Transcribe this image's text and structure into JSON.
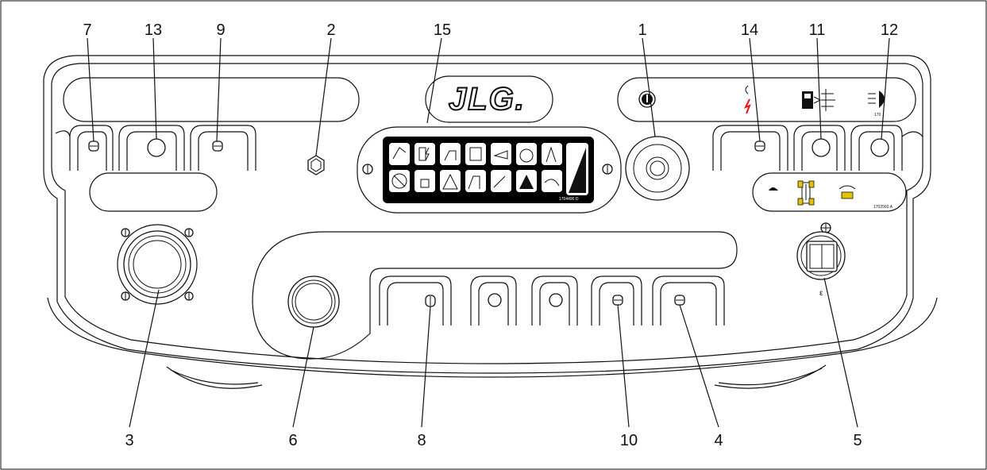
{
  "brand": {
    "logo_text": "JLG."
  },
  "callouts": [
    {
      "id": "7",
      "label": "7"
    },
    {
      "id": "13",
      "label": "13"
    },
    {
      "id": "9",
      "label": "9"
    },
    {
      "id": "2",
      "label": "2"
    },
    {
      "id": "15",
      "label": "15"
    },
    {
      "id": "1",
      "label": "1"
    },
    {
      "id": "14",
      "label": "14"
    },
    {
      "id": "11",
      "label": "11"
    },
    {
      "id": "12",
      "label": "12"
    },
    {
      "id": "3",
      "label": "3"
    },
    {
      "id": "6",
      "label": "6"
    },
    {
      "id": "8",
      "label": "8"
    },
    {
      "id": "10",
      "label": "10"
    },
    {
      "id": "4",
      "label": "4"
    },
    {
      "id": "5",
      "label": "5"
    }
  ],
  "decals": {
    "status_panel_code": "1704490 D",
    "steer_decal_code": "1702560 A",
    "right_strip_code": "170"
  },
  "icons": {
    "key_switch": "power-symbol-icon",
    "horn": "horn-icon",
    "fuel_glow": "fuel-glowplug-icon",
    "lights": "headlight-icon",
    "turtle": "creep-speed-icon",
    "steer": "steer-mode-icon"
  }
}
